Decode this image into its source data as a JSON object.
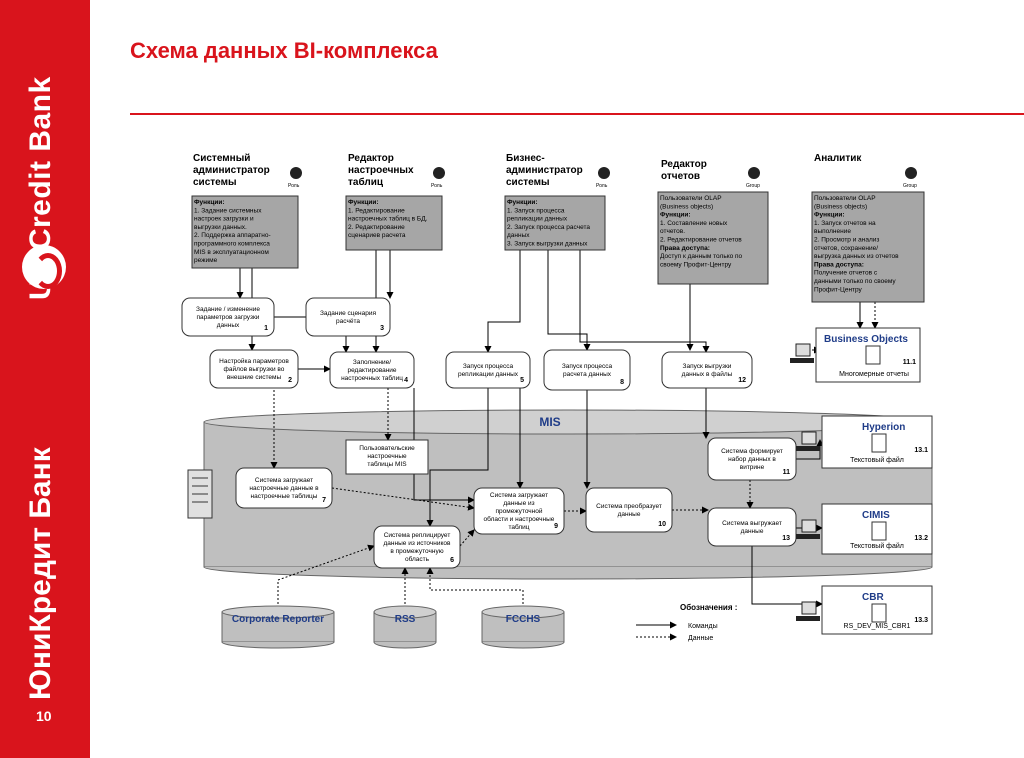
{
  "slide": {
    "title": "Схема данных BI-комплекса",
    "page_number": "10",
    "brand_top": "UniCredit Bank",
    "brand_bottom": "ЮниКредит Банк"
  },
  "colors": {
    "brand_red": "#d9141c",
    "gray_box": "#a6a6a6",
    "cylinder": "#bfbfbf",
    "ellipse_blue": "#1f3c88"
  },
  "roles": [
    {
      "name": "Системный администратор системы",
      "lines": [
        "Системный",
        "администратор",
        "системы"
      ],
      "badge": "Роль",
      "desc": [
        "Функции:",
        "1. Задание системных",
        "настроек загрузки и",
        "выгрузки данных.",
        "2. Поддержка аппаратно-",
        "программного комплекса",
        "MIS в эксплуатационном",
        "режиме"
      ]
    },
    {
      "name": "Редактор настроечных таблиц",
      "lines": [
        "Редактор",
        "настроечных",
        "таблиц"
      ],
      "badge": "Роль",
      "desc": [
        "Функции:",
        "1. Редактирование",
        "настроечных таблиц в БД.",
        "2. Редактирование",
        "сценариев расчета"
      ]
    },
    {
      "name": "Бизнес-администратор системы",
      "lines": [
        "Бизнес-",
        "администратор",
        "системы"
      ],
      "badge": "Роль",
      "desc": [
        "Функции:",
        "1. Запуск процесса",
        "репликации данных",
        "2. Запуск процесса расчета",
        "данных",
        "3. Запуск выгрузки данных"
      ]
    },
    {
      "name": "Редактор отчетов",
      "lines": [
        "Редактор",
        "отчетов"
      ],
      "badge": "Group",
      "desc": [
        "Пользователи OLAP",
        "(Business objects)",
        "Функции:",
        "1. Составление новых",
        "отчетов.",
        "2. Редактирование отчетов",
        "Права доступа:",
        "Доступ к данным только по",
        "своему Профит-Центру"
      ]
    },
    {
      "name": "Аналитик",
      "lines": [
        "Аналитик"
      ],
      "badge": "Group",
      "desc": [
        "Пользователи OLAP",
        "(Business objects)",
        "Функции:",
        "1. Запуск отчетов на",
        "выполнение",
        "2. Просмотр и анализ",
        "отчетов, сохранение/",
        "выгрузка данных из отчетов",
        "Права доступа:",
        "Получение отчетов с",
        "данными только по своему",
        "Профит-Центру"
      ]
    }
  ],
  "processes": [
    {
      "text": [
        "Задание / изменение",
        "параметров загрузки",
        "данных"
      ],
      "num": "1"
    },
    {
      "text": [
        "Настройка параметров",
        "файлов выгрузки во",
        "внешние системы"
      ],
      "num": "2"
    },
    {
      "text": [
        "Задание сценария",
        "расчёта"
      ],
      "num": "3"
    },
    {
      "text": [
        "Заполнение/",
        "редактирование",
        "настроечных таблиц"
      ],
      "num": "4"
    },
    {
      "text": [
        "Запуск процесса",
        "репликации данных"
      ],
      "num": "5"
    },
    {
      "text": [
        "Система реплицирует",
        "данные из источников",
        "в промежуточную",
        "область"
      ],
      "num": "6"
    },
    {
      "text": [
        "Система загружает",
        "настроечные данные в",
        "настроечные таблицы"
      ],
      "num": "7"
    },
    {
      "text": [
        "Запуск процесса",
        "расчета данных"
      ],
      "num": "8"
    },
    {
      "text": [
        "Система загружает",
        "данные из",
        "промежуточной",
        "области и настроечные",
        "таблиц"
      ],
      "num": "9"
    },
    {
      "text": [
        "Система преобразует",
        "данные"
      ],
      "num": "10"
    },
    {
      "text": [
        "Система формирует",
        "набор данных в",
        "витрине"
      ],
      "num": "11"
    },
    {
      "text": [
        "Запуск выгрузки",
        "данных в файлы"
      ],
      "num": "12"
    },
    {
      "text": [
        "Система выгружает",
        "данные"
      ],
      "num": "13"
    }
  ],
  "mis": {
    "label": "MIS",
    "settings_table": [
      "Пользовательские",
      "настроечные",
      "таблицы MIS"
    ]
  },
  "outputs": [
    {
      "name": "Business Objects",
      "num": "11.1",
      "desc": "Многомерные отчеты"
    },
    {
      "name": "Hyperion",
      "num": "13.1",
      "desc": "Текстовый файл"
    },
    {
      "name": "CIMIS",
      "num": "13.2",
      "desc": "Текстовый файл"
    },
    {
      "name": "CBR",
      "num": "13.3",
      "desc": "RS_DEV_MIS_CBR1"
    }
  ],
  "sources": [
    {
      "name": "Corporate Reporter"
    },
    {
      "name": "RSS"
    },
    {
      "name": "FCCHS"
    }
  ],
  "legend": {
    "title": "Обозначения :",
    "commands": "Команды",
    "data": "Данные"
  }
}
